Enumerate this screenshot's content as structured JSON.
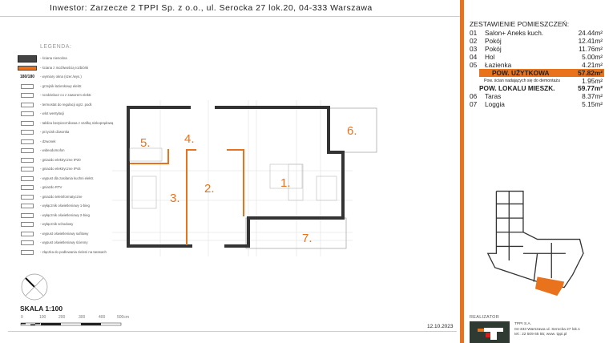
{
  "header": {
    "text": "Inwestor: Zarzecze 2 TPPI Sp. z o.o., ul. Serocka 27 lok.20, 04-333 Warszawa"
  },
  "legend": {
    "title": "LEGENDA:",
    "items": [
      {
        "icon": "bearing-wall",
        "sym": "",
        "label": "- ściana nienośna"
      },
      {
        "icon": "removable-wall",
        "sym": "",
        "label": "- ściana z możliwością rozbiórki"
      },
      {
        "icon": "window-dims",
        "sym": "180/180",
        "label": "- wymiary okna (szer./wys.)"
      },
      {
        "icon": "towel-heater",
        "sym": "",
        "label": "- grzejnik łazienkowy elektr."
      },
      {
        "icon": "heating-distributor",
        "sym": "",
        "label": "- rozdzielacz co z zaworem elektr."
      },
      {
        "icon": "thermostat",
        "sym": "",
        "label": "- termostat do regulacji ogrz. podł."
      },
      {
        "icon": "vent-outlet",
        "sym": "",
        "label": "- wlot wentylacji"
      },
      {
        "icon": "fuse-box",
        "sym": "",
        "label": "- tablica bezpiecznikowa z szafką niskoprądową"
      },
      {
        "icon": "doorbell-button",
        "sym": "",
        "label": "- przycisk dzwonka"
      },
      {
        "icon": "bell",
        "sym": "",
        "label": "- dzwonek"
      },
      {
        "icon": "intercom",
        "sym": "",
        "label": "- wideodomofon"
      },
      {
        "icon": "socket-ip20",
        "sym": "",
        "label": "- gniazdo elektryczne IP20"
      },
      {
        "icon": "socket-ip44",
        "sym": "",
        "label": "- gniazdo elektryczne IP44"
      },
      {
        "icon": "stove-outlet",
        "sym": "",
        "label": "- wypust dla zasilania kuchni elektr."
      },
      {
        "icon": "rtv-socket",
        "sym": "",
        "label": "- gniazdo RTV"
      },
      {
        "icon": "teleinfo-socket",
        "sym": "",
        "label": "- gniazdo teleinformatyczne"
      },
      {
        "icon": "switch-1",
        "sym": "",
        "label": "- wyłącznik oświetleniowy 1-bieg"
      },
      {
        "icon": "switch-2",
        "sym": "",
        "label": "- wyłącznik oświetleniowy 2-bieg"
      },
      {
        "icon": "stair-switch",
        "sym": "",
        "label": "- wyłącznik schodowy"
      },
      {
        "icon": "ceiling-light",
        "sym": "",
        "label": "- wypust oświetleniowy sufitowy"
      },
      {
        "icon": "wall-light",
        "sym": "",
        "label": "- wypust oświetleniowy ścienny"
      },
      {
        "icon": "garden-tap",
        "sym": "",
        "label": "- złączka do podlewania zieleni na tarasach"
      }
    ]
  },
  "plan": {
    "rooms": [
      "1.",
      "2.",
      "3.",
      "4.",
      "5.",
      "6.",
      "7."
    ],
    "accent": "#e8731c"
  },
  "scale": {
    "label": "SKALA 1:100",
    "ticks": [
      "0",
      "100",
      "200",
      "300",
      "400",
      "500cm"
    ]
  },
  "date": "12.10.2023",
  "summary": {
    "title": "ZESTAWIENIE POMIESZCZEŃ:",
    "rooms": [
      {
        "no": "01",
        "name": "Salon+ Aneks kuch.",
        "area": "24.44m²"
      },
      {
        "no": "02",
        "name": "Pokój",
        "area": "12.41m²"
      },
      {
        "no": "03",
        "name": "Pokój",
        "area": "11.76m²"
      },
      {
        "no": "04",
        "name": "Hol",
        "area": "5.00m²"
      },
      {
        "no": "05",
        "name": "Łazienka",
        "area": "4.21m²"
      }
    ],
    "usable": {
      "label": "POW. UŻYTKOWA",
      "area": "57.82m²"
    },
    "walls": {
      "label": "Pow. ścian nadających się do demontażu",
      "area": "1.95m²"
    },
    "total": {
      "label": "POW. LOKALU MIESZK.",
      "area": "59.77m²"
    },
    "outdoor": [
      {
        "no": "06",
        "name": "Taras",
        "area": "8.37m²"
      },
      {
        "no": "07",
        "name": "Loggia",
        "area": "5.15m²"
      }
    ]
  },
  "realizator": {
    "label": "REALIZATOR",
    "company": "TPPI S.A.",
    "address": "04-333 Warszawa ul. Serocka 27 lok.1",
    "contact": "tel.: 22 509 65 55;   www. tppi.pl"
  }
}
